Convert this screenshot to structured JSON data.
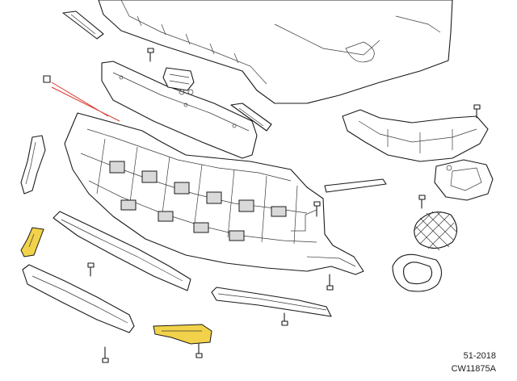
{
  "diagram": {
    "highlight_color": "#f2d24a",
    "callout_color": "#d9362b",
    "references": {
      "code1": "51-2018",
      "code2": "CW11875A"
    },
    "parts": [
      "front-bumper-cover",
      "upper-center-bracket",
      "lower-radiator-grille",
      "undertray",
      "left-side-bracket-highlighted",
      "left-lower-bracket-highlighted",
      "right-side-bracket",
      "fog-lamp-bezel",
      "lower-air-deflector"
    ]
  }
}
